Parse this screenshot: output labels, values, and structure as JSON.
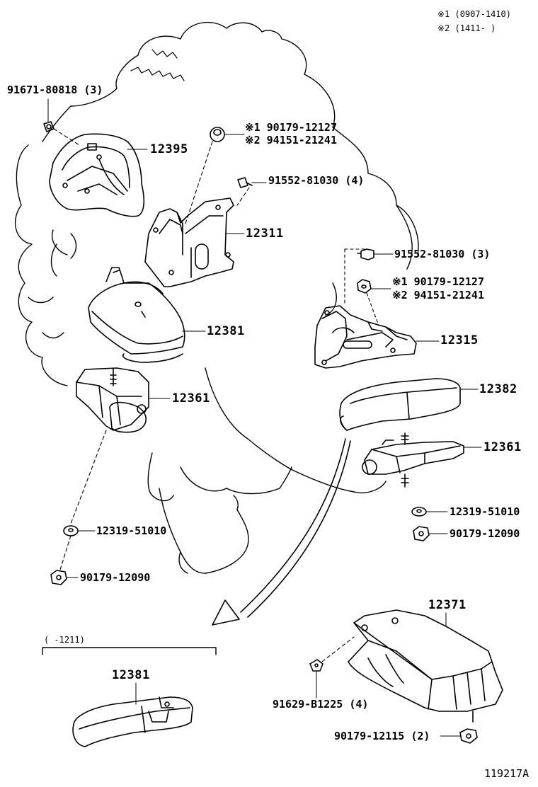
{
  "notes": {
    "n1": "※1 (0907-1410)",
    "n2": "※2 (1411-      )"
  },
  "parts": {
    "p91671": "91671-80818 (3)",
    "p12395": "12395",
    "p90179_a1": "※1 90179-12127",
    "p94151_a2": "※2 94151-21241",
    "p91552_4": "91552-81030 (4)",
    "p12311": "12311",
    "p91552_3": "91552-81030 (3)",
    "p90179_b1": "※1 90179-12127",
    "p94151_b2": "※2 94151-21241",
    "p12381": "12381",
    "p12315": "12315",
    "p12361_left": "12361",
    "p12382": "12382",
    "p12361_right": "12361",
    "p12319_right": "12319-51010",
    "p90179_12090_right": "90179-12090",
    "p12319_left": "12319-51010",
    "p90179_12090_left": "90179-12090",
    "p12371": "12371",
    "p91629": "91629-B1225 (4)",
    "p90179_12115": "90179-12115 (2)",
    "p12381_lower": "12381"
  },
  "inset": {
    "range": "(      -1211)"
  },
  "figure_id": "119217A"
}
